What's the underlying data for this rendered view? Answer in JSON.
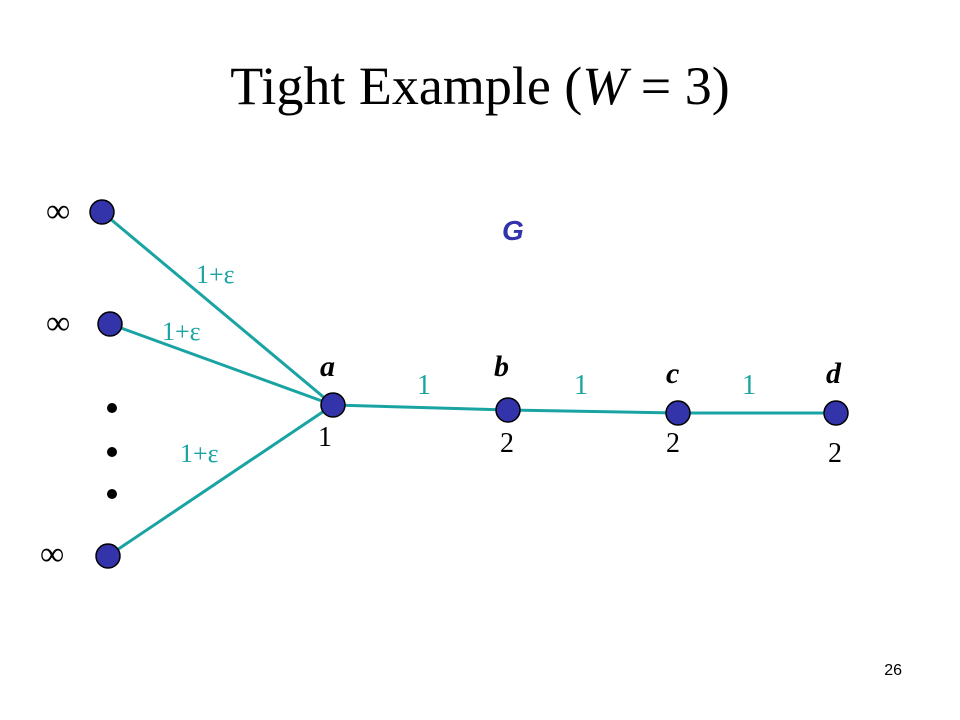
{
  "slide": {
    "title_prefix": "Tight Example (",
    "title_var": "W",
    "title_suffix": " = 3)",
    "page_number": "26"
  },
  "graph": {
    "label": "G",
    "colors": {
      "node_fill": "#3333aa",
      "node_stroke": "#000000",
      "edge": "#1aa3a3",
      "graph_label": "#3333aa"
    },
    "nodes": [
      {
        "id": "inf1",
        "weight": "∞"
      },
      {
        "id": "inf2",
        "weight": "∞"
      },
      {
        "id": "inf3",
        "weight": "∞"
      },
      {
        "id": "a",
        "name": "a",
        "weight": "1"
      },
      {
        "id": "b",
        "name": "b",
        "weight": "2"
      },
      {
        "id": "c",
        "name": "c",
        "weight": "2"
      },
      {
        "id": "d",
        "name": "d",
        "weight": "2"
      }
    ],
    "edges": [
      {
        "from": "inf1",
        "to": "a",
        "label": "1+ε"
      },
      {
        "from": "inf2",
        "to": "a",
        "label": "1+ε"
      },
      {
        "from": "inf3",
        "to": "a",
        "label": "1+ε"
      },
      {
        "from": "a",
        "to": "b",
        "label": "1"
      },
      {
        "from": "b",
        "to": "c",
        "label": "1"
      },
      {
        "from": "c",
        "to": "d",
        "label": "1"
      }
    ]
  }
}
